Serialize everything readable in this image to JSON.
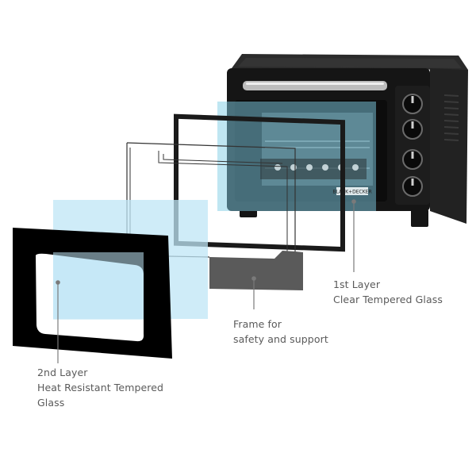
{
  "diagram": {
    "colors": {
      "oven_body": "#151515",
      "glass_tint": "#bfe6f5",
      "glass_tint_strong": "#7fcde6",
      "frame": "#1a1a1a",
      "leader_line": "#7a7a7a",
      "label_text": "#5a5a5a"
    },
    "labels": {
      "first_layer": {
        "line1": "1st Layer",
        "line2": "Clear Tempered Glass"
      },
      "frame": {
        "line1": "Frame for",
        "line2": "safety and support"
      },
      "second_layer": {
        "line1": "2nd Layer",
        "line2": "Heat Resistant Tempered",
        "line3": "Glass"
      }
    },
    "brand_badge": "BLACK+DECKER"
  }
}
